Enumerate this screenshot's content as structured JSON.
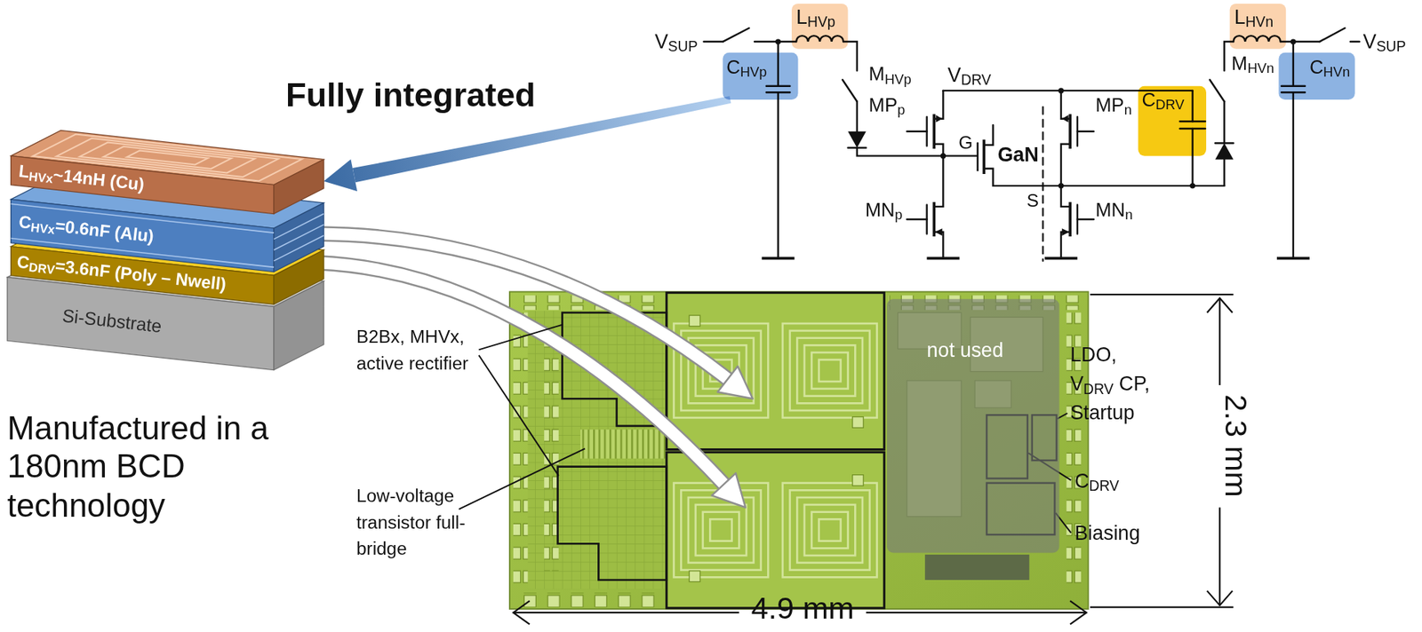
{
  "diagram": {
    "nodes": [
      {
        "text": [
          "LHVp"
        ]
      },
      {
        "text": [
          "CHVp"
        ]
      },
      {
        "text": [
          "CDRV"
        ]
      },
      {
        "text": [
          "LHVn"
        ]
      },
      {
        "text": [
          "CHVn"
        ]
      },
      {
        "text": [
          "LHVx~14nH (Cu)"
        ]
      },
      {
        "text": [
          "CHVx=0.6nF (Alu)"
        ]
      },
      {
        "text": [
          "CDRV=3.6nF (Poly – Nwell)"
        ]
      },
      {
        "text": [
          "Si-Substrate"
        ]
      },
      {
        "text": [
          "not used"
        ]
      }
    ],
    "edges": [
      {
        "from": 1,
        "to": 5,
        "arrow": "to"
      }
    ],
    "labels": [
      "Fully integrated",
      "VSUP",
      "MHVp",
      "VDRV",
      "MPp",
      "G",
      "GaN",
      "S",
      "MPn",
      "MHVn",
      "VSUP",
      "MNp",
      "MNn",
      "B2Bx, MHVx, active rectifier",
      "Low-voltage transistor full-bridge",
      "LDO, VDRV CP, Startup",
      "CDRV",
      "Biasing",
      "2.3 mm",
      "4.9 mm",
      "Manufactured in a 180nm BCD technology"
    ]
  }
}
